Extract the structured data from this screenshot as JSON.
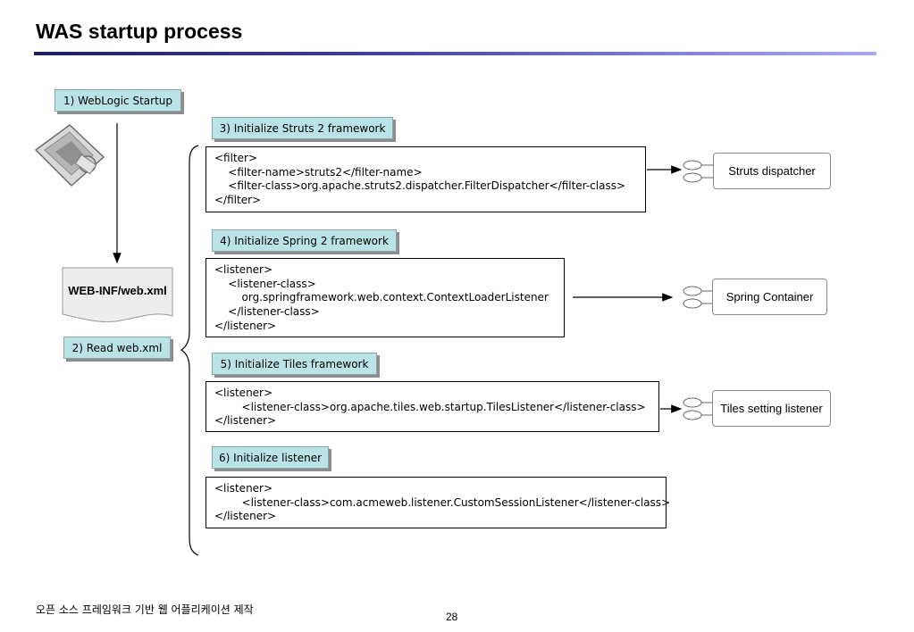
{
  "title": "WAS startup process",
  "steps": {
    "weblogic": "1) WebLogic Startup",
    "read_webxml": "2) Read web.xml",
    "struts": "3) Initialize Struts 2 framework",
    "spring": "4) Initialize Spring 2 framework",
    "tiles": "5) Initialize Tiles framework",
    "listener": "6) Initialize listener"
  },
  "document_label": "WEB-INF/web.xml",
  "code_blocks": {
    "struts": "<filter>\n    <filter-name>struts2</filter-name>\n    <filter-class>org.apache.struts2.dispatcher.FilterDispatcher</filter-class>\n</filter>",
    "spring": "<listener>\n    <listener-class>\n        org.springframework.web.context.ContextLoaderListener\n    </listener-class>\n</listener>",
    "tiles": "<listener>\n        <listener-class>org.apache.tiles.web.startup.TilesListener</listener-class>\n</listener>",
    "listener": "<listener>\n        <listener-class>com.acmeweb.listener.CustomSessionListener</listener-class>\n</listener>"
  },
  "targets": {
    "struts": "Struts dispatcher",
    "spring": "Spring Container",
    "tiles": "Tiles setting listener"
  },
  "footer": {
    "text": "오픈 소스 프레임워크 기반 웹 어플리케이션 제작",
    "page": "28"
  },
  "colors": {
    "step_fill": "#b9e3e5",
    "title_bar_start": "#1e1f5e",
    "title_bar_end": "#a8a9ee"
  },
  "icons": {
    "weblogic_logo": "weblogic-logo-icon"
  }
}
